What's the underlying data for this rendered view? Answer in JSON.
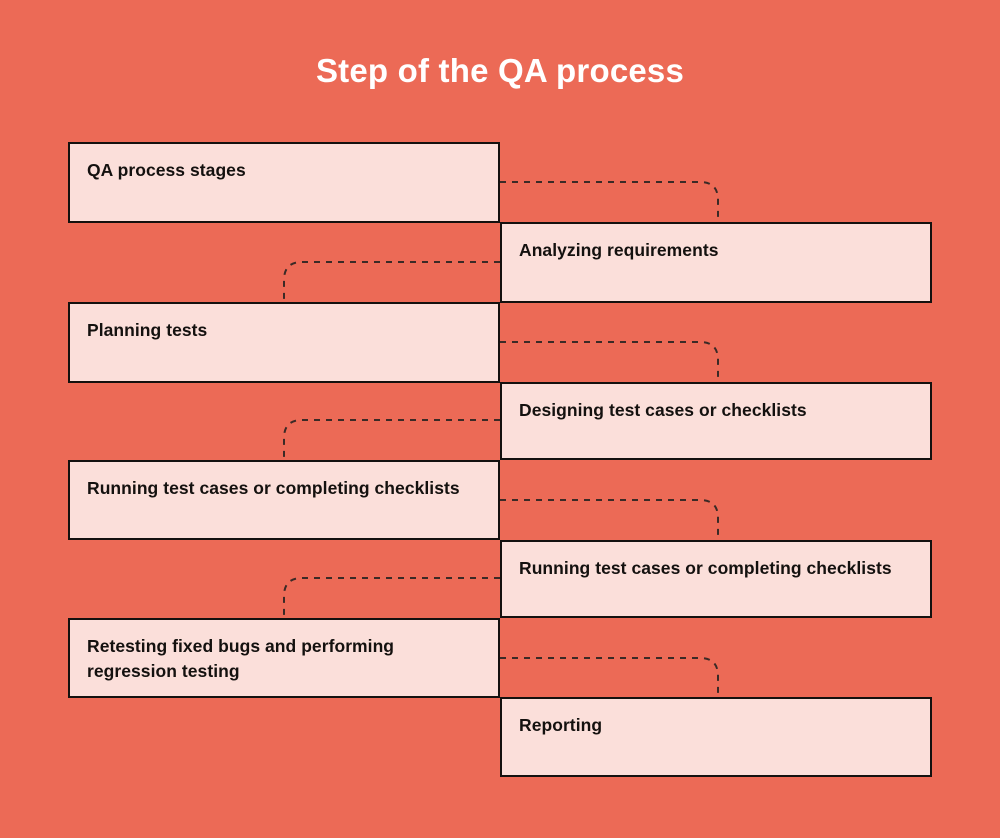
{
  "page": {
    "title": "Step of the QA process",
    "background_color": "#ec6a56",
    "box_fill_color": "#fbdfda",
    "box_border_color": "#14110f",
    "title_color": "#ffffff",
    "connector_color": "#3b2a26"
  },
  "flow": {
    "steps": [
      {
        "index": 1,
        "side": "left",
        "label": "QA process stages"
      },
      {
        "index": 2,
        "side": "right",
        "label": "Analyzing requirements"
      },
      {
        "index": 3,
        "side": "left",
        "label": "Planning tests"
      },
      {
        "index": 4,
        "side": "right",
        "label": "Designing test cases or checklists"
      },
      {
        "index": 5,
        "side": "left",
        "label": "Running test cases or completing checklists"
      },
      {
        "index": 6,
        "side": "right",
        "label": "Running test cases or completing checklists"
      },
      {
        "index": 7,
        "side": "left",
        "label": "Retesting fixed bugs and performing regression testing"
      },
      {
        "index": 8,
        "side": "right",
        "label": "Reporting"
      }
    ]
  }
}
